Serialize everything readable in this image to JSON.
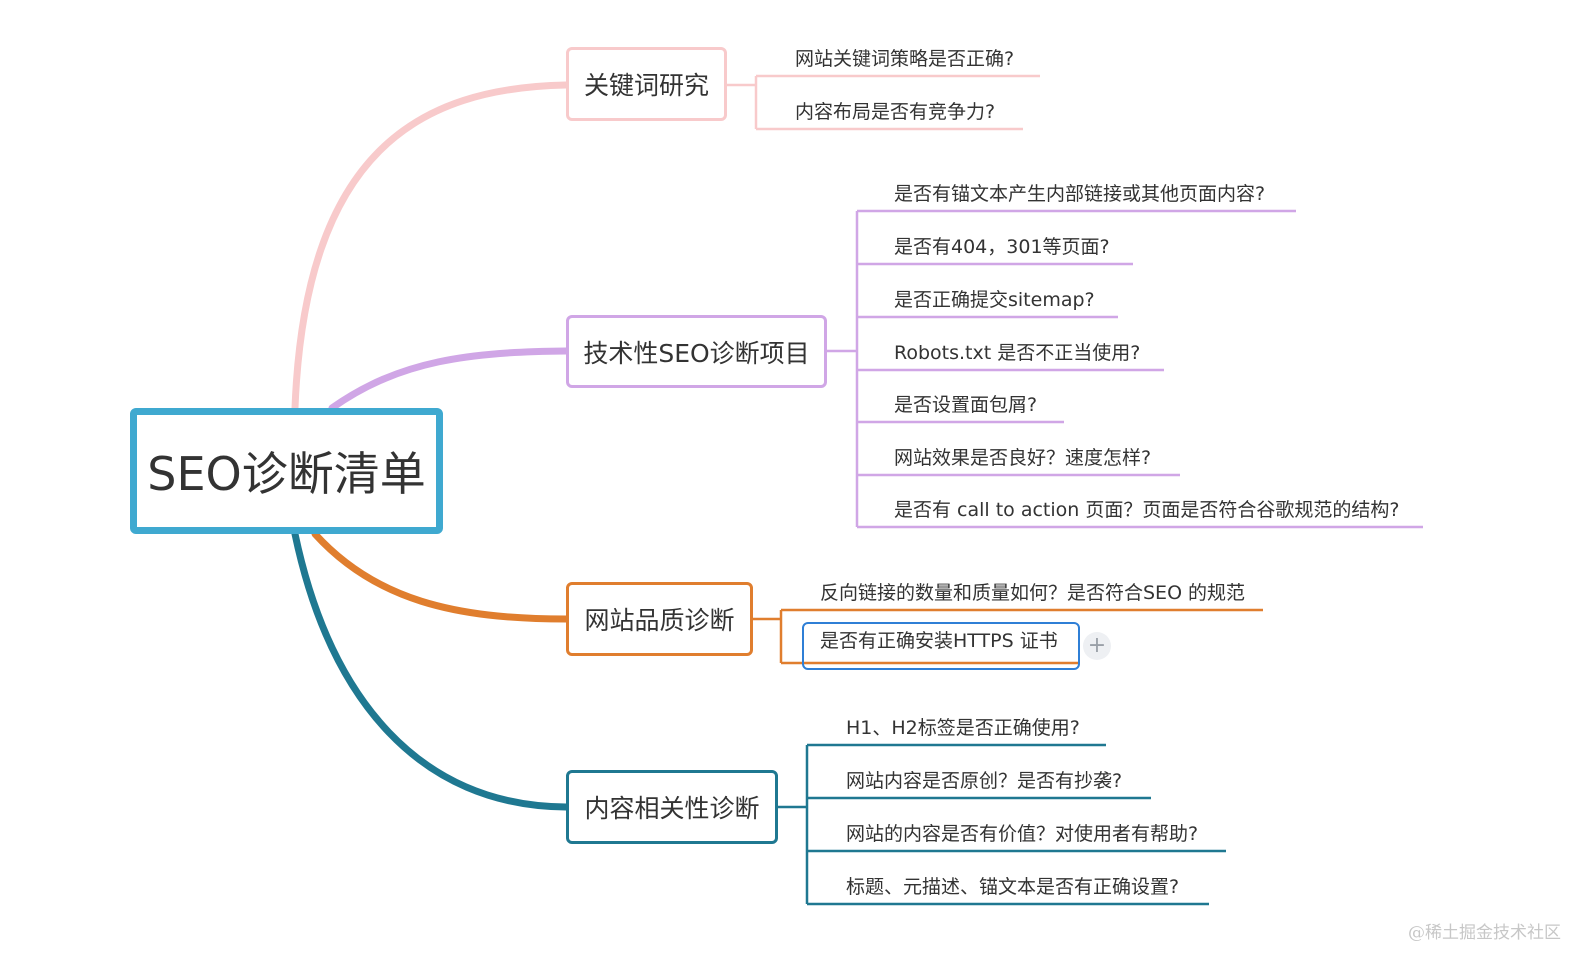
{
  "root": {
    "label": "SEO诊断清单",
    "color": "#3fa9d0"
  },
  "branches": [
    {
      "label": "关键词研究",
      "color": "#f8cacb",
      "leaves": [
        "网站关键词策略是否正确?",
        "内容布局是否有竞争力?"
      ]
    },
    {
      "label": "技术性SEO诊断项目",
      "color": "#d0a6e6",
      "leaves": [
        "是否有锚文本产生内部链接或其他页面内容?",
        "是否有404，301等页面?",
        "是否正确提交sitemap?",
        "Robots.txt 是否不正当使用?",
        "是否设置面包屑?",
        "网站效果是否良好？速度怎样?",
        "是否有 call to action 页面？页面是否符合谷歌规范的结构?"
      ]
    },
    {
      "label": "网站品质诊断",
      "color": "#e07e2e",
      "leaves": [
        "反向链接的数量和质量如何？是否符合SEO 的规范",
        "是否有正确安装HTTPS 证书"
      ]
    },
    {
      "label": "内容相关性诊断",
      "color": "#1f7891",
      "leaves": [
        "H1、H2标签是否正确使用?",
        "网站内容是否原创？是否有抄袭?",
        "网站的内容是否有价值？对使用者有帮助?",
        "标题、元描述、锚文本是否有正确设置?"
      ]
    }
  ],
  "selection_color": "#2f7fd6",
  "add_icon": "+",
  "watermark": "@稀土掘金技术社区"
}
